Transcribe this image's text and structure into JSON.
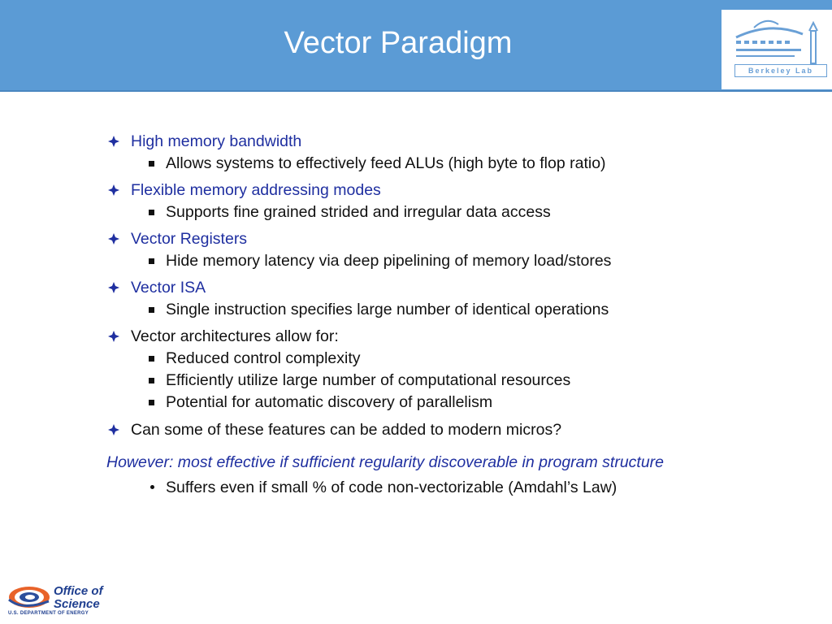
{
  "slide": {
    "title": "Vector Paradigm",
    "bullets": [
      {
        "text": "High memory bandwidth",
        "highlight": true,
        "subs": [
          "Allows systems to effectively feed ALUs (high byte to flop ratio)"
        ]
      },
      {
        "text": "Flexible memory addressing modes",
        "highlight": true,
        "subs": [
          "Supports fine grained strided and irregular data access"
        ]
      },
      {
        "text": "Vector Registers",
        "highlight": true,
        "subs": [
          "Hide memory latency via deep pipelining of memory load/stores"
        ]
      },
      {
        "text": "Vector ISA",
        "highlight": true,
        "subs": [
          "Single instruction specifies large number of identical operations"
        ]
      },
      {
        "text": "Vector architectures allow for:",
        "highlight": false,
        "subs": [
          "Reduced control complexity",
          "Efficiently utilize large number of computational resources",
          "Potential for automatic discovery of parallelism"
        ]
      },
      {
        "text": "Can some of these features can be added to modern micros?",
        "highlight": false,
        "subs": []
      }
    ],
    "note": "However: most effective if sufficient regularity discoverable in program structure",
    "note_sub": "Suffers even if small % of code non-vectorizable (Amdahl’s Law)"
  },
  "logos": {
    "top_right": "Berkeley Lab",
    "bottom_left_line1": "Office of",
    "bottom_left_line2": "Science",
    "bottom_left_sub": "U.S. DEPARTMENT OF ENERGY"
  },
  "colors": {
    "header": "#5b9bd5",
    "highlight_text": "#1f2fa0",
    "body_text": "#111111"
  },
  "icons": {
    "level1_bullet": "diamond-bullet-icon",
    "level2_bullet": "square-bullet-icon",
    "note_bullet": "round-bullet-icon"
  }
}
